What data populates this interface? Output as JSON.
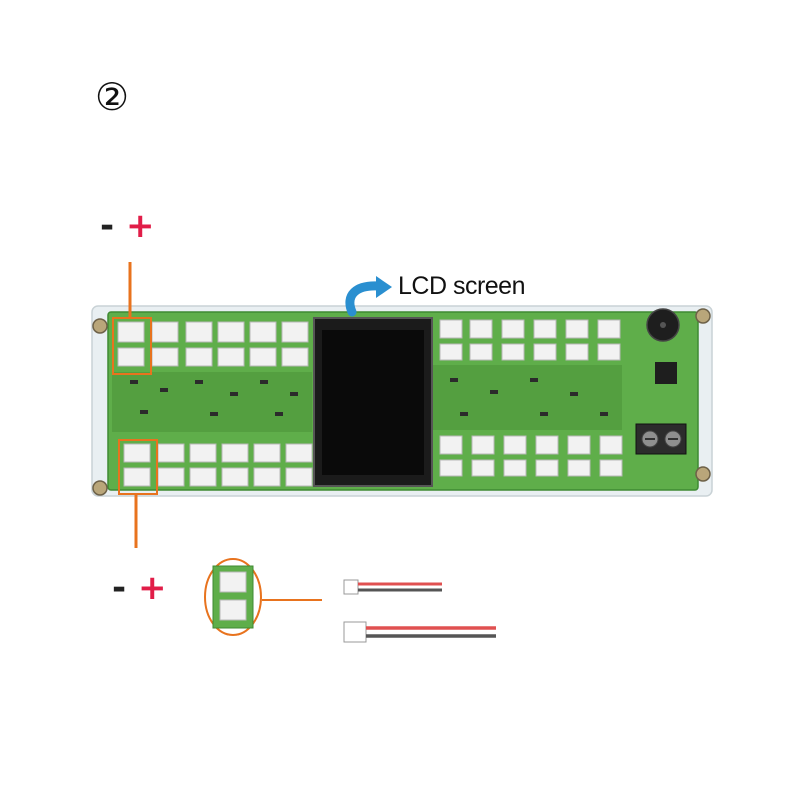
{
  "step_marker": "②",
  "polarity_top": {
    "minus": "-",
    "plus": "+"
  },
  "polarity_bottom": {
    "minus": "-",
    "plus": "+"
  },
  "lcd_label": "LCD screen",
  "colors": {
    "pcb_green": "#5fae4a",
    "pcb_dark": "#3f8a33",
    "highlight_orange": "#e8731e",
    "plus_red": "#e11d48",
    "arrow_blue": "#2a8fd0",
    "connector_white": "#f2f2f2",
    "terminal_dark": "#2c2c2c",
    "wire_red": "#e05050",
    "wire_black": "#555555"
  },
  "icons": [
    "circled-number-2",
    "curved-arrow",
    "jst-connector",
    "wire-pair"
  ]
}
